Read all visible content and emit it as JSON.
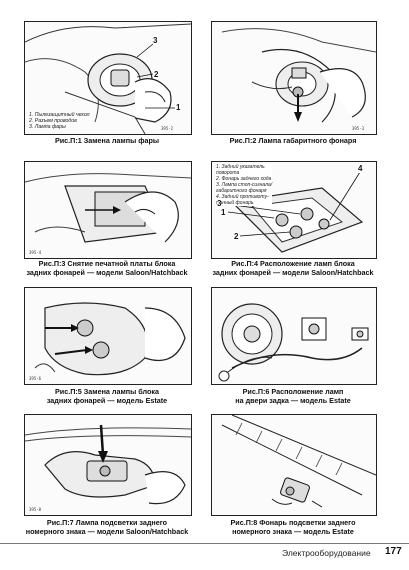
{
  "figures": [
    {
      "caption_lines": [
        "Рис.П:1 Замена лампы фары"
      ],
      "legend": [
        "1. Пылезащитный чехол",
        "2. Разъем проводов",
        "3. Лампа фары"
      ],
      "callouts": [
        "1",
        "2",
        "3"
      ],
      "code": "395·2"
    },
    {
      "caption_lines": [
        "Рис.П:2 Лампа габаритного фонаря"
      ],
      "legend": [],
      "callouts": [],
      "code": "395·3"
    },
    {
      "caption_lines": [
        "Рис.П:3 Снятие печатной платы блока",
        "задних фонарей — модели Saloon/Hatchback"
      ],
      "legend": [],
      "callouts": [],
      "code": "395·4"
    },
    {
      "caption_lines": [
        "Рис.П:4 Расположение ламп блока",
        "задних фонарей — модели Saloon/Hatchback"
      ],
      "legend": [
        "1. Задний указатель",
        "   поворота",
        "2. Фонарь заднего хода",
        "3. Лампа стоп-сигнала/",
        "   габаритного фонаря",
        "4. Задний противоту-",
        "   манный фонарь"
      ],
      "callouts": [
        "1",
        "2",
        "3",
        "4"
      ],
      "code": ""
    },
    {
      "caption_lines": [
        "Рис.П:5 Замена лампы блока",
        "задних фонарей — модель Estate"
      ],
      "legend": [],
      "callouts": [],
      "code": "395·6"
    },
    {
      "caption_lines": [
        "Рис.П:6 Расположение ламп",
        "на двери задка — модель Estate"
      ],
      "legend": [],
      "callouts": [],
      "code": ""
    },
    {
      "caption_lines": [
        "Рис.П:7 Лампа подсветки заднего",
        "номерного знака — модели Saloon/Hatchback"
      ],
      "legend": [],
      "callouts": [],
      "code": "395·8"
    },
    {
      "caption_lines": [
        "Рис.П:8 Фонарь подсветки заднего",
        "номерного знака — модель Estate"
      ],
      "legend": [],
      "callouts": [],
      "code": ""
    }
  ],
  "footer": {
    "section_title": "Электрооборудование",
    "page_number": "177"
  }
}
